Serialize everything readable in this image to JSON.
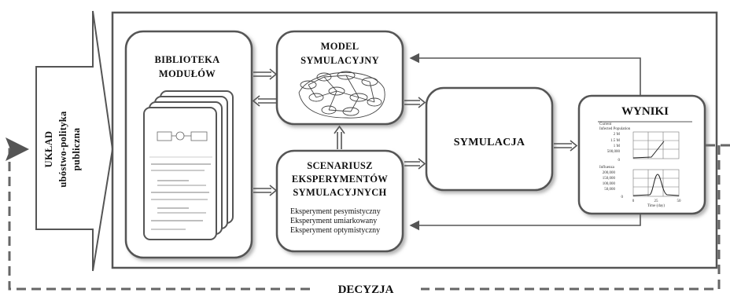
{
  "side_label": {
    "line1": "UKŁAD",
    "line2": "ubóstwo-polityka",
    "line3": "publiczna"
  },
  "library": {
    "line1": "BIBLIOTEKA",
    "line2": "MODUŁÓW"
  },
  "model": {
    "line1": "MODEL",
    "line2": "SYMULACYJNY"
  },
  "scenario": {
    "line1": "SCENARIUSZ",
    "line2": "EKSPERYMENTÓW",
    "line3": "SYMULACYJNYCH",
    "items": [
      "Eksperyment pesymistyczny",
      "Eksperyment umiarkowany",
      "Eksperyment optymistyczny"
    ]
  },
  "simulation": {
    "label": "SYMULACJA"
  },
  "results": {
    "title": "WYNIKI",
    "chart1_title": "Current",
    "chart1_series": "Infected Population",
    "chart1_ticks": [
      "2 M",
      "1.5 M",
      "1 M",
      "500,000",
      "0"
    ],
    "chart2_series": "Influenza",
    "chart2_ticks": [
      "200,000",
      "150,000",
      "100,000",
      "50,000",
      "0"
    ],
    "x_ticks": [
      "0",
      "25",
      "50"
    ],
    "x_label": "Time (day)"
  },
  "decision": {
    "label": "DECYZJA"
  },
  "colors": {
    "stroke": "#555555",
    "light": "#9a9a9a",
    "fill": "#ffffff",
    "shade": "#bdbdbd"
  }
}
